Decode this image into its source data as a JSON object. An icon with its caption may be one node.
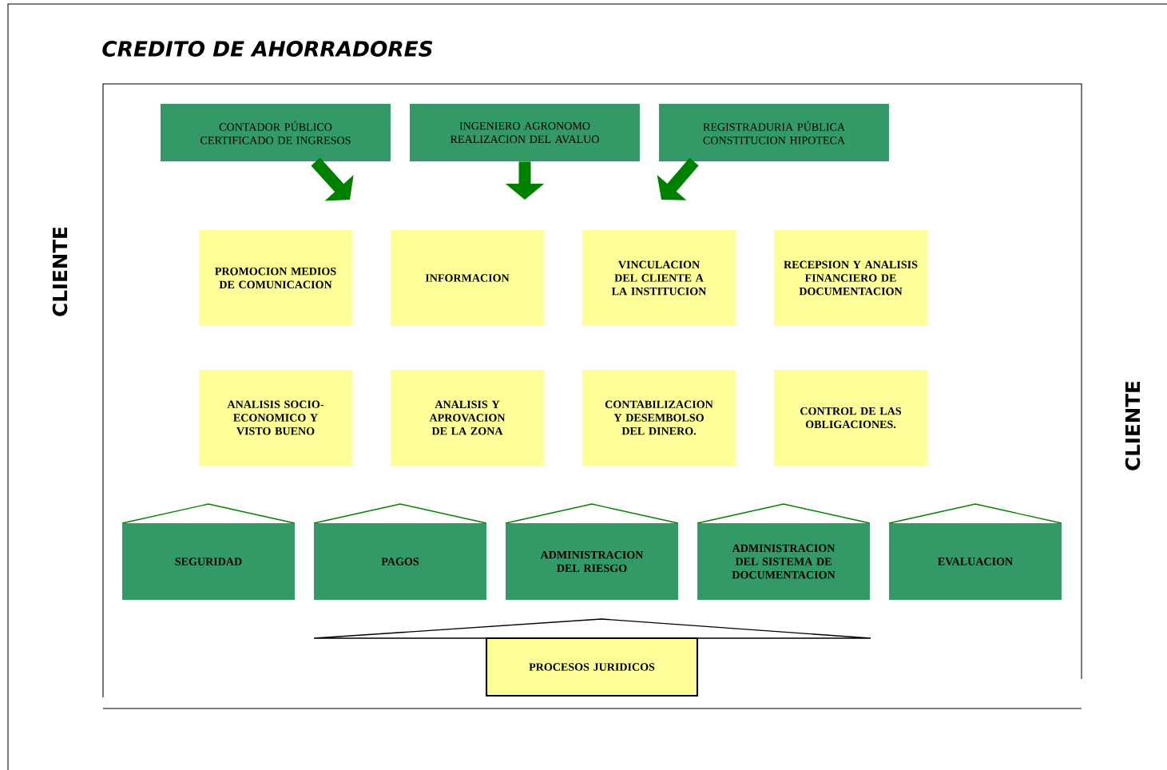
{
  "diagram": {
    "title": "CREDITO DE AHORRADORES",
    "nodes": [
      {
        "text": [
          "CONTADOR PÚBLICO CERTIFICADO DE INGRESOS"
        ]
      },
      {
        "text": [
          "INGENIERO AGRONOMO REALIZACION DEL AVALUO"
        ]
      },
      {
        "text": [
          "REGISTRADURIA PÚBLICA CONSTITUCION HIPOTECA"
        ]
      },
      {
        "text": [
          "PROMOCION MEDIOS DE COMUNICACION"
        ]
      },
      {
        "text": [
          "INFORMACION"
        ]
      },
      {
        "text": [
          "VINCULACION DEL CLIENTE A LA INSTITUCION"
        ]
      },
      {
        "text": [
          "RECEPSION Y ANALISIS FINANCIERO DE DOCUMENTACION"
        ]
      },
      {
        "text": [
          "ANALISIS SOCIO-ECONOMICO Y VISTO BUENO"
        ]
      },
      {
        "text": [
          "ANALISIS Y APROVACION DE LA ZONA"
        ]
      },
      {
        "text": [
          "CONTABILIZACION Y DESEMBOLSO DEL DINERO."
        ]
      },
      {
        "text": [
          "CONTROL DE LAS OBLIGACIONES."
        ]
      },
      {
        "text": [
          "SEGURIDAD"
        ]
      },
      {
        "text": [
          "PAGOS"
        ]
      },
      {
        "text": [
          "ADMINISTRACION DEL RIESGO"
        ]
      },
      {
        "text": [
          "ADMINISTRACION DEL SISTEMA DE DOCUMENTACION"
        ]
      },
      {
        "text": [
          "EVALUACION"
        ]
      },
      {
        "text": [
          "PROCESOS JURIDICOS"
        ]
      }
    ],
    "edges": [
      {
        "from": 0,
        "to": null,
        "arrow": "to"
      },
      {
        "from": 1,
        "to": null,
        "arrow": "to"
      },
      {
        "from": 2,
        "to": null,
        "arrow": "to"
      }
    ],
    "labels": [
      "CLIENTE",
      "CLIENTE"
    ]
  }
}
